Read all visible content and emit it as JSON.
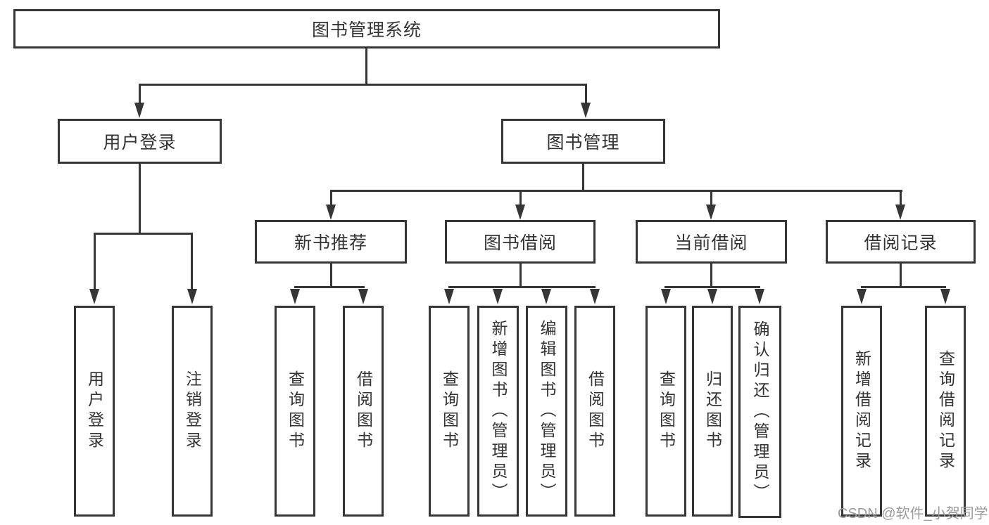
{
  "tree": {
    "root": "图书管理系统",
    "children": [
      {
        "label": "用户登录",
        "children": [
          "用户登录",
          "注销登录"
        ]
      },
      {
        "label": "图书管理",
        "children": [
          {
            "label": "新书推荐",
            "children": [
              "查询图书",
              "借阅图书"
            ]
          },
          {
            "label": "图书借阅",
            "children": [
              "查询图书",
              "新增图书（管理员）",
              "编辑图书（管理员）",
              "借阅图书"
            ]
          },
          {
            "label": "当前借阅",
            "children": [
              "查询图书",
              "归还图书",
              "确认归还（管理员）"
            ]
          },
          {
            "label": "借阅记录",
            "children": [
              "新增借阅记录",
              "查询借阅记录"
            ]
          }
        ]
      }
    ]
  },
  "watermark": {
    "text": "CSDN @软件_小贺同学"
  },
  "colors": {
    "line": "#363636",
    "text": "#333333",
    "watermark": "#9b9b9b",
    "background": "#ffffff"
  }
}
